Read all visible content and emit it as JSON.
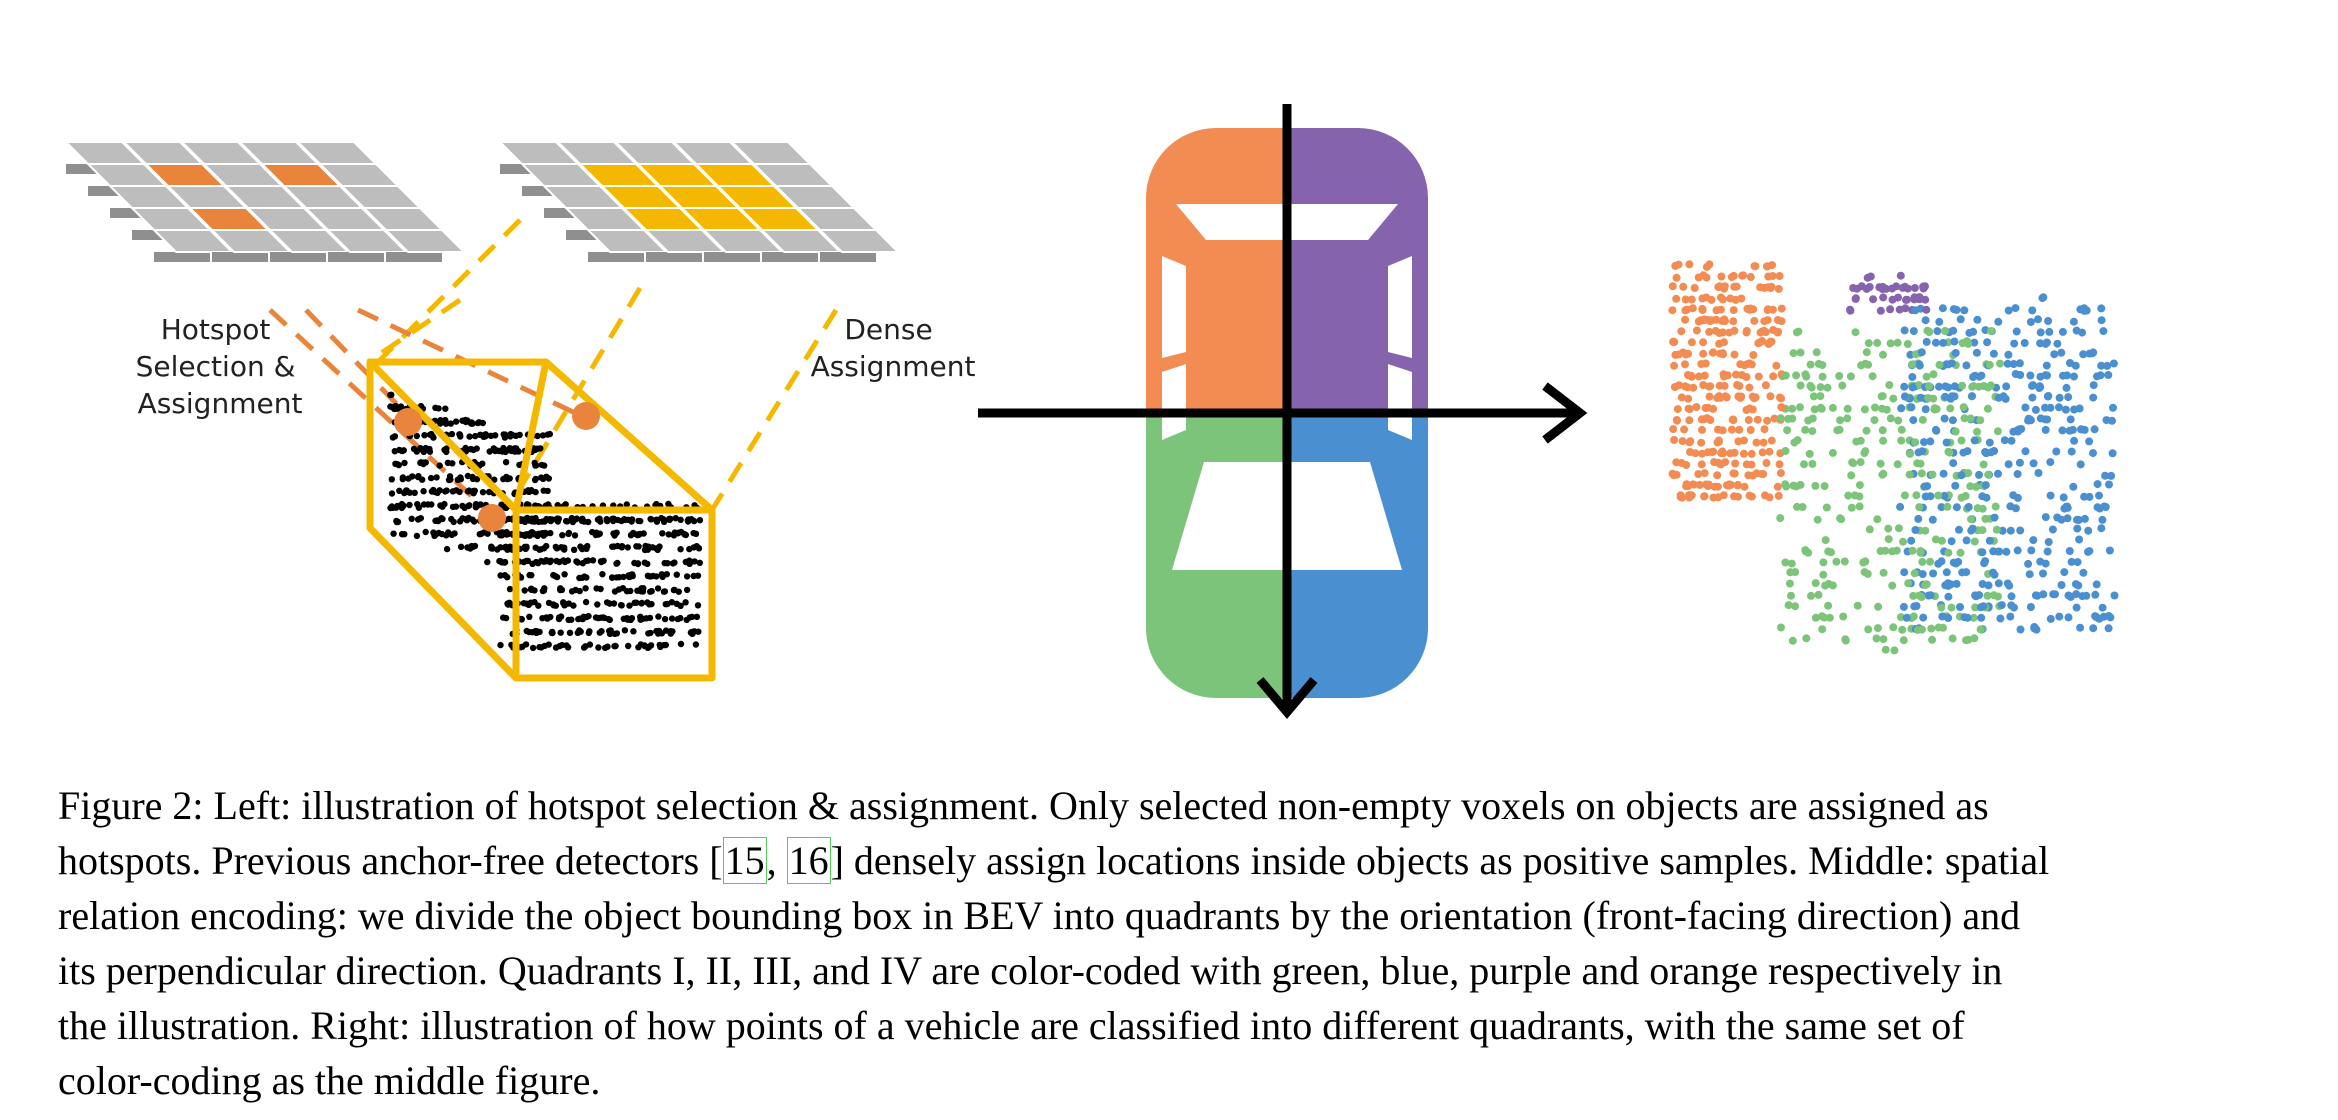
{
  "figure": {
    "left_panel": {
      "hotspot_label": [
        "Hotspot",
        "Selection &",
        "Assignment"
      ],
      "dense_label": [
        "Dense",
        "Assignment"
      ]
    },
    "middle_panel": {
      "quadrant_colors": {
        "I": "#7cc47a",
        "II": "#4a8fd0",
        "III": "#8563ad",
        "IV": "#f28c52"
      }
    },
    "right_panel": {
      "point_colors": [
        "#f28c52",
        "#7cc47a",
        "#4a8fd0",
        "#8563ad"
      ]
    },
    "colors": {
      "grid_cell": "#bdbdbd",
      "hotspot": "#e8843b",
      "dense": "#f5b800",
      "box": "#f5b800",
      "axis": "#000000"
    }
  },
  "caption": {
    "l1": "Figure 2: Left: illustration of hotspot selection & assignment. Only selected non-empty voxels on objects are assigned as",
    "l2a": "hotspots. Previous anchor-free detectors [",
    "cite1": "15",
    "l2b": ", ",
    "cite2": "16",
    "l2c": "] densely assign locations inside objects as positive samples. Middle: spatial",
    "l3": "relation encoding: we divide the object bounding box in BEV into quadrants by the orientation (front-facing direction) and",
    "l4": "its perpendicular direction. Quadrants I, II, III, and IV are color-coded with green, blue, purple and orange respectively in",
    "l5": "the illustration. Right: illustration of how points of a vehicle are classified into different quadrants, with the same set of",
    "l6": "color-coding as the middle figure."
  }
}
